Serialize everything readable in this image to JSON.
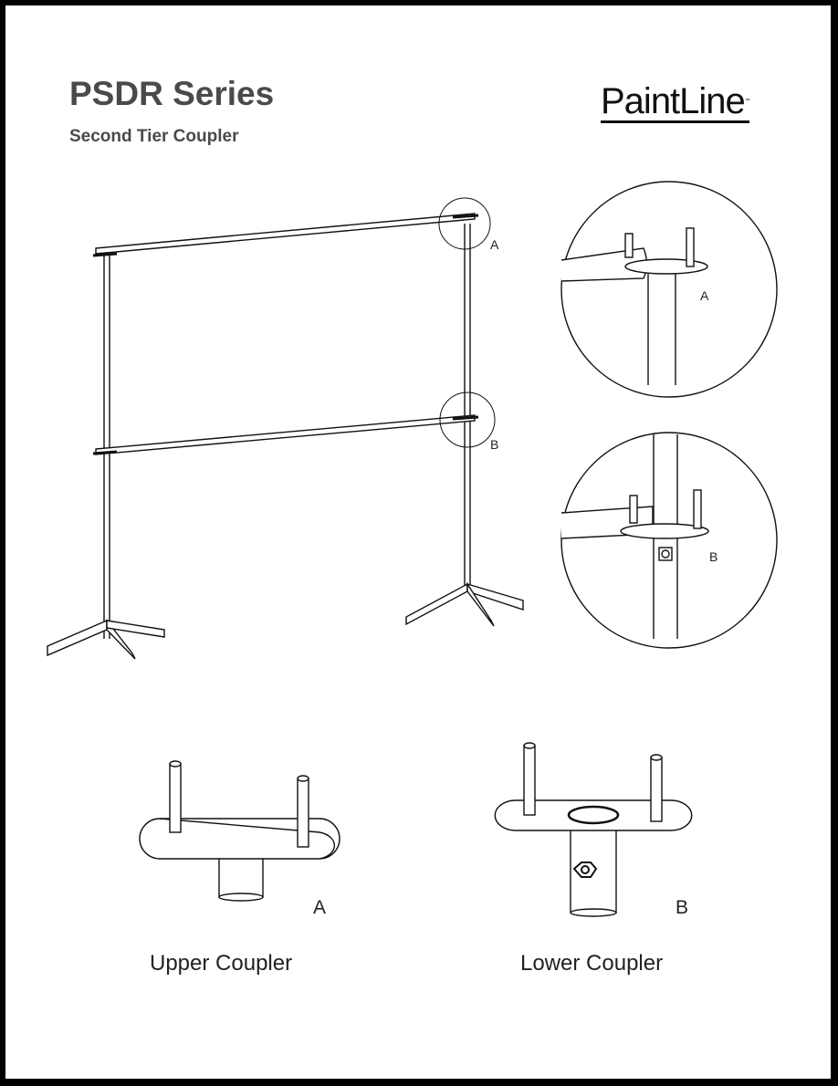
{
  "header": {
    "title": "PSDR Series",
    "subtitle": "Second Tier Coupler",
    "logo": "PaintLine",
    "logo_mark": "™"
  },
  "callouts": {
    "a": "A",
    "b": "B"
  },
  "detail_labels": {
    "a": "A",
    "b": "B"
  },
  "parts": [
    {
      "letter": "A",
      "caption": "Upper Coupler"
    },
    {
      "letter": "B",
      "caption": "Lower Coupler"
    }
  ]
}
